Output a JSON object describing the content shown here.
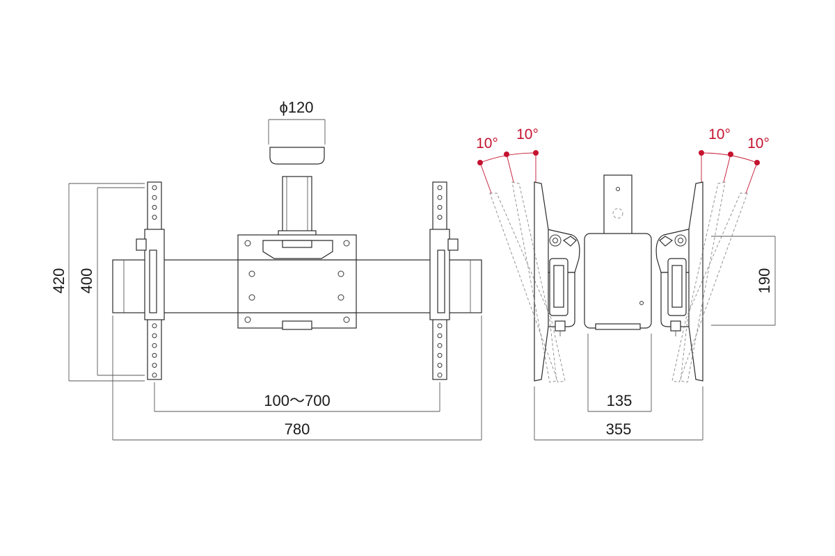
{
  "front_view": {
    "pipe_diameter_label": "ϕ120",
    "width_label": "780",
    "vesa_range_label": "100〜700",
    "height_label": "420",
    "inner_height_label": "400"
  },
  "side_view": {
    "depth_label": "355",
    "body_width_label": "135",
    "tilt_height_label": "190",
    "tilt_angles": [
      "10°",
      "10°",
      "10°",
      "10°"
    ]
  },
  "colors": {
    "line": "#2a2a2a",
    "accent": "#c4122f"
  }
}
